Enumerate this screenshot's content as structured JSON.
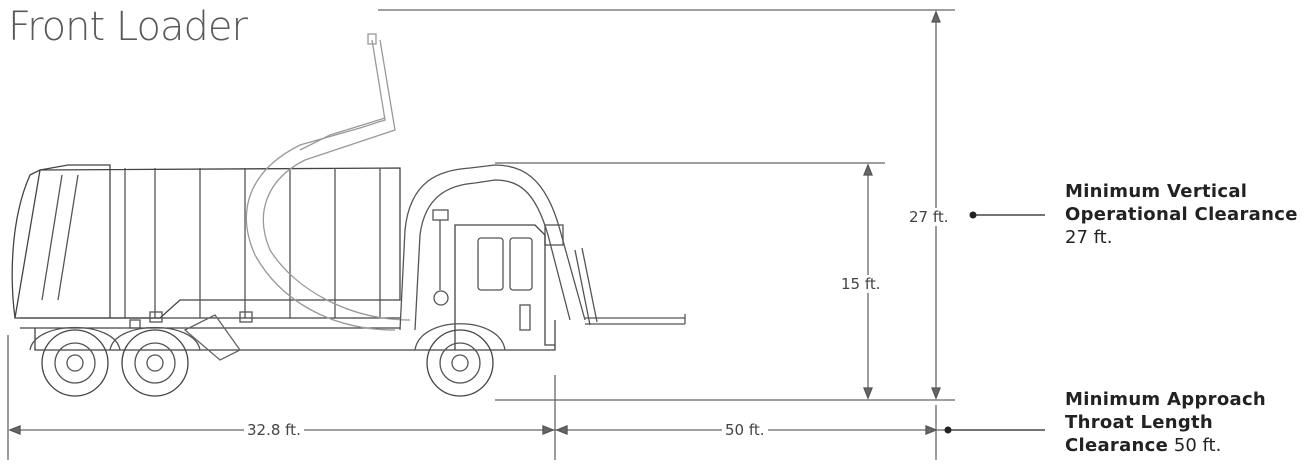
{
  "title": "Front Loader",
  "dimensions": {
    "overall_height": "27 ft.",
    "arm_height": "15 ft.",
    "truck_length": "32.8 ft.",
    "approach_length": "50 ft."
  },
  "callouts": {
    "vertical": {
      "line1": "Minimum Vertical",
      "line2": "Operational Clearance",
      "value": "27 ft."
    },
    "approach": {
      "line1": "Minimum Approach",
      "line2": "Throat Length",
      "line3": "Clearance",
      "value": "50 ft."
    }
  }
}
